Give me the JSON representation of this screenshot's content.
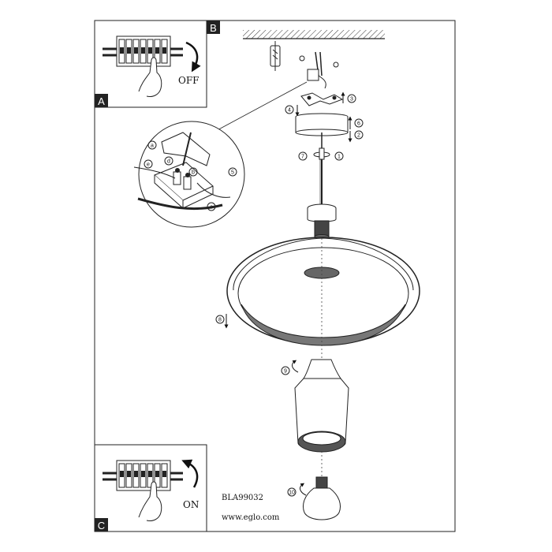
{
  "panels": {
    "a_letter": "A",
    "b_letter": "B",
    "c_letter": "C",
    "off_label": "OFF",
    "on_label": "ON"
  },
  "steps": [
    "1",
    "2",
    "3",
    "4",
    "5",
    "6",
    "7",
    "8",
    "9",
    "10"
  ],
  "detail_letters": [
    "a",
    "b",
    "c",
    "d",
    "e"
  ],
  "footer": {
    "model": "BLA99032",
    "website": "www.eglo.com"
  }
}
